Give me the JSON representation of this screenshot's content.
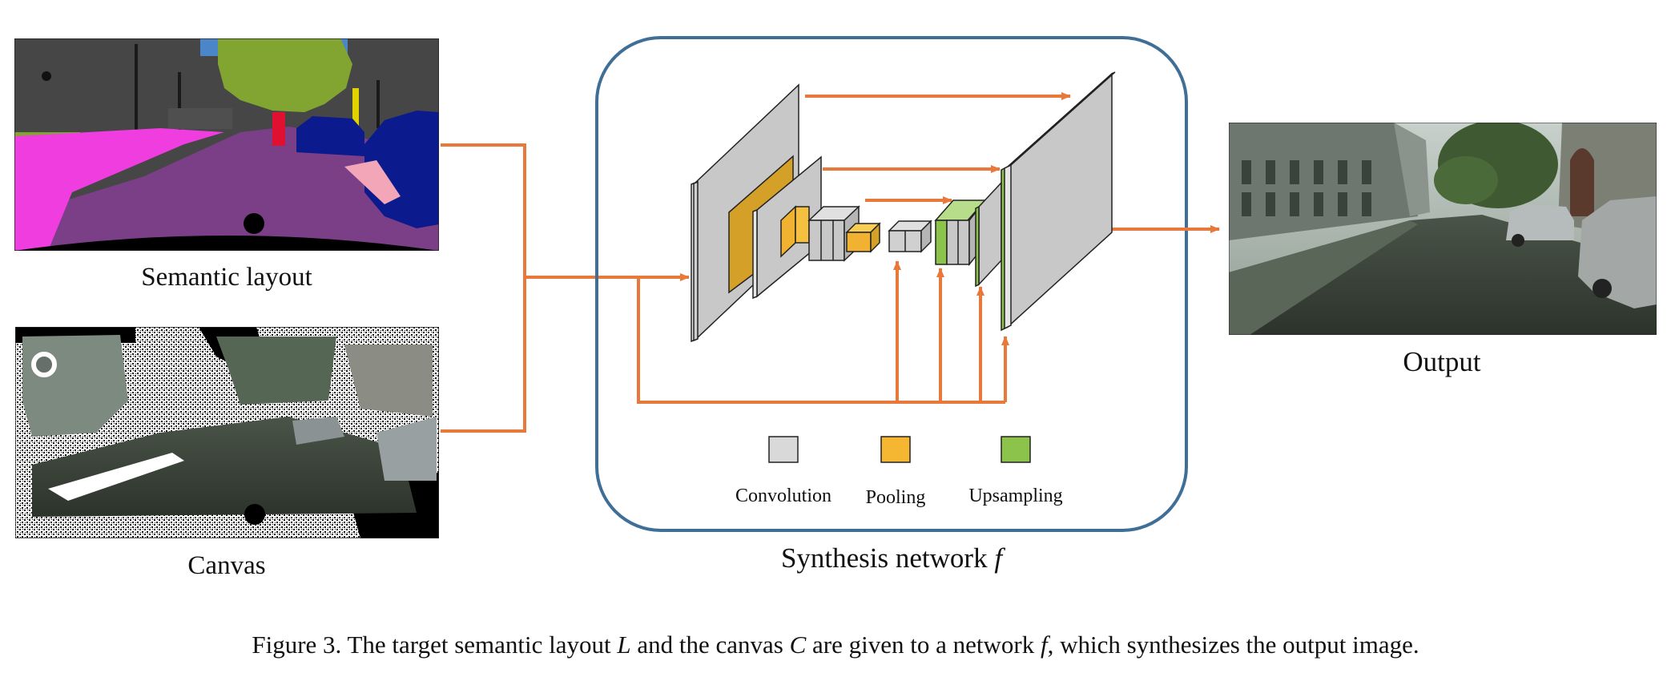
{
  "inputs": {
    "semantic_layout_label": "Semantic layout",
    "canvas_label": "Canvas"
  },
  "network": {
    "title_text": "Synthesis network ",
    "title_symbol": "f",
    "legend": [
      {
        "label": "Convolution",
        "color": "#d9d9d9"
      },
      {
        "label": "Pooling",
        "color": "#f5b731"
      },
      {
        "label": "Upsampling",
        "color": "#8cc34b"
      }
    ]
  },
  "output": {
    "label": "Output"
  },
  "caption": {
    "prefix": "Figure 3. The target semantic layout ",
    "sym_L": "L",
    "mid1": " and the canvas ",
    "sym_C": "C",
    "mid2": " are given to a network ",
    "sym_f": "f",
    "suffix": ", which synthesizes the output image."
  },
  "colors": {
    "arrow": "#e8793a",
    "box_border": "#3f6e96",
    "conv": "#c8c8c8",
    "pool": "#f0b230",
    "pool_dark": "#d4a028",
    "upsample": "#8cc34b",
    "road": "#7a3f86",
    "sidewalk": "#f03de0",
    "vegetation": "#82a531",
    "building": "#464646",
    "car": "#0b1a8c",
    "sky": "#4a86c8"
  }
}
